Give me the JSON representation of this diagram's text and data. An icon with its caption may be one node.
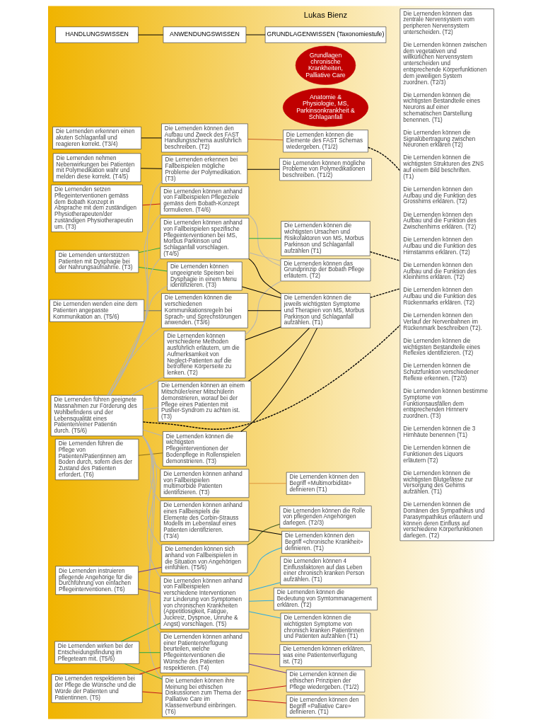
{
  "diagram": {
    "nodes": [
      {
        "text": [
          "HANDLUNGSWISSEN"
        ]
      },
      {
        "text": [
          "ANWENDUNGSWISSEN"
        ]
      },
      {
        "text": [
          "GRUNDLAGENWISSEN (Taxonomiestufe)"
        ]
      },
      {
        "text": [
          "Die Lernenden wirken bei der Entscheidungsfindung im Pflegeteam mit. (T5/6)"
        ]
      },
      {
        "text": [
          "Die Lernenden instruieren pflegende Angehörige für die Durchführung von einfachen Pflegeinterventionen. (T6)"
        ]
      },
      {
        "text": [
          "Die Lernenden respektieren bei der Pflege die Wünsche und die Würde der Patienten und Patientinnen. (T5)"
        ]
      },
      {
        "text": [
          "Die Lernenden nehmen Nebenwirkungen bei Patienten mit Polymedikation wahr und melden diese korrekt. (T4/5)"
        ]
      },
      {
        "text": [
          "Die Lernenden führen geeignete Massnahmen zur Förderung des Wohlbefindens und der Lebensqualität eines Patienten/einer Patientin durch. (T5/6)"
        ]
      },
      {
        "text": [
          "Die Lernenden unterstützen Patienten mit Dysphagie bei der Nahrungsaufnahme. (T3)"
        ]
      },
      {
        "text": [
          "Die Lernenden wenden eine dem Patienten angepasste Kommunikation an. (T5/6)"
        ]
      },
      {
        "text": [
          "Die Lernenden führen die Pflege von Patienten/Patientinnen am Boden durch, sofern dies der Zustand des Patienten erfordert. (T6)"
        ]
      },
      {
        "text": [
          "Die Lernenden setzen Pflegeinterventionen gemäss dem Bobath Konzept in Absprache mit dem zuständigen Physiotherapeuten/der zuständigen Physiotherapeutin um. (T3)"
        ]
      },
      {
        "text": [
          "Die Lernenden erkennen einen akuten Schlaganfall und reagieren korrekt. (T3/4)"
        ]
      },
      {
        "text": [
          "Die Lernenden können anhand eines Fallbeispiels die Elemente des Corbin-Strauss Modells im Lebenslauf eines Patienten identifizieren. (T3/4)"
        ]
      },
      {
        "text": [
          "Die Lernenden können anhand von Fallbeispielen verschiedene Interventionen zur Linderung von Symptomen von chronischen Krankheiten (Appetitlosigkeit, Fatigue, Juckreiz, Dyspnoe, Unruhe & Angst) vorschlagen. (T5)"
        ]
      },
      {
        "text": [
          "Die Lernenden können ihre Meinung bei ethischen Diskussionen zum Thema der Palliative Care im Klassenverbund einbringen. (T6)"
        ]
      },
      {
        "text": [
          "Die Lernenden können anhand einer Patientenverfügung beurteilen, welche Pflegeinterventionen die Wünsche des Patienten respektieren. (T4)"
        ]
      },
      {
        "text": [
          "Die Lernenden können sich anhand von Fallbeispielen in die Situation von Angehörigen einfühlen. (T5/6)"
        ]
      },
      {
        "text": [
          "Die Lernenden können anhand von Fallbeispielen multimorbide Patienten identifizieren. (T3)"
        ]
      },
      {
        "text": [
          "Die Lernenden erkennen bei Fallbeispielen mögliche Probleme der Polymedikation. (T3)"
        ]
      },
      {
        "text": [
          "Die Lernenden können anhand von Fallbeispielen spezifische Pflegeinterventionen bei MS, Morbus Parkinson und Schlaganfall vorschlagen. (T4/5)"
        ]
      },
      {
        "text": [
          "Die Lernenden können ungeeignete Speisen bei Dysphagie in einem Menu identifizieren. (T3)"
        ]
      },
      {
        "text": [
          "Die Lernenden können die verschiedenen Kommunikationsregeln bei Sprach- und Sprechstörungen anwenden. (T3/6)"
        ]
      },
      {
        "text": [
          "Die Lernenden können die wichtigsten Pflegeinterventionen der Bodenpflege in Rollenspielen demonstrieren. (T3)"
        ]
      },
      {
        "text": [
          "Die Lernenden können verschiedene Methoden ausführlich erläutern, um die Aufmerksamkeit von Neglect-Patienten auf die betroffene Körperseite zu lenken. (T2)"
        ]
      },
      {
        "text": [
          "Die Lernenden können an einem Mitschüler/einer Mitschülerin demonstrieren, worauf bei der Pflege eines Patienten mit Pusher-Syndrom zu achten ist. (T3)"
        ]
      },
      {
        "text": [
          "Die Lernenden können anhand von Fallbeispielen Pflegeziele gemäss dem Bobath-Konzept formulieren. (T4/6)"
        ]
      },
      {
        "text": [
          "Die Lernenden können den Aufbau und Zweck des FAST Handlungsschema ausführlich beschreiben. (T2)"
        ]
      },
      {
        "text": [
          "Die Lernenden können den Begriff «chronische Krankheit» definieren. (T1)"
        ]
      },
      {
        "text": [
          "Die Lernenden können die Bedeutung von Symtommanagement erklären. (T2)"
        ]
      },
      {
        "text": [
          "Die Lernenden können 4 Einflussfaktoren auf das Leben einer chronisch kranken Person aufzählen. (T1)"
        ]
      },
      {
        "text": [
          "Die Lernenden können die wichtigsten Symptome von chronisch kranken Patientinnen und Patienten aufzählen (T1)"
        ]
      },
      {
        "text": [
          "Die Lernenden können den Begriff «Palliative Care» definieren. (T1)"
        ]
      },
      {
        "text": [
          "Die Lernenden können die ethischen Prinzipien der Pflege wiedergeben. (T1/2)"
        ]
      },
      {
        "text": [
          "Die Lernenden können erklären, was eine Patientenverfügung ist. (T2)"
        ]
      },
      {
        "text": [
          "Die Lernenden können die Rolle von pflegenden Angehörigen darlegen. (T2/3)"
        ]
      },
      {
        "text": [
          "Die Lernenden können den Begriff «Multimorbidität» definieren (T1)"
        ]
      },
      {
        "text": [
          "Die Lernenden können mögliche Probleme von Polymedikationen beschreiben. (T1/2)"
        ]
      },
      {
        "text": [
          "Die Lernenden können die wichtigsten Ursachen und Risikofaktoren von MS, Morbus Parkinson und Schlaganfall aufzählen (T1)"
        ]
      },
      {
        "text": [
          "Die Lernenden können die jeweils wichtigsten Symptome und Therapien von MS, Morbus Parkinson und Schlaganfall aufzählen. (T1)"
        ]
      },
      {
        "text": [
          "Die Lernenden können das Grundprinzip der Bobath Pflege erläutern. (T2)"
        ]
      },
      {
        "text": [
          "Die Lernenden können die Elemente des FAST Schemas wiedergeben. (T1/2)"
        ]
      },
      {
        "text": [
          "Grundlagen chronische Krankheiten, Palliative Care"
        ]
      },
      {
        "text": [
          "Anatomie & Physiologie, MS, Parkinsonkrankheit & Schlaganfall"
        ]
      },
      {
        "text": [
          "Die Lernenden können das zentrale Nervensystem vom peripheren Nervensystem unterscheiden. (T2)",
          "Die Lernenden können zwischen dem vegetativen und willkürlichen Nervensystem unterscheiden und entsprechende Körperfunktionen dem jeweiligen System zuordnen. (T2/3)",
          "Die Lernenden können die wichtigsten Bestandteile eines Neurons auf einer schematischen Darstellung benennen. (T1)",
          "Die Lernenden können die Signalübertragung zwischen Neuronen erklären (T2)",
          "Die Lernenden können die wichtigsten Strukturen des ZNS auf einem Bild beschriften. (T1)",
          "Die Lernenden können den Aufbau und die Funktion des Grosshirns erklären. (T2)",
          "Die Lernenden können den Aufbau und die Funktion des Zwischenhirns erklären. (T2)",
          "Die Lernenden können den Aufbau und die Funktion des Hirnstamms erklären. (T2)",
          "Die Lernenden können den Aufbau und die Funktion des Kleinhirns erklären. (T2)",
          "Die Lernenden können den Aufbau und die Funktion des Rückenmarks erklären. (T2)",
          "Die Lernenden können den Verlauf der Nervenbahnen im Rückenmark beschreiben (T2).",
          "Die Lernenden können die wichtigsten Bestandteile eines Reflexes identifizieren. (T2)",
          "Die Lernenden können die Schutzfunktion verschiedener Reflexe erkennen. (T2/3)",
          "Die Lernenden können bestimme Symptome von Funktionsausfällen dem entsprechenden Hirnnerv zuordnen. (T3)",
          "Die Lernenden können die 3 Hirnhäute benennen (T1)",
          "Die Lernenden können die Funktionen des Liquors erläutern (T2)",
          "Die Lernenden können die wichtigsten Blutgefässe zur Versorgung des Gehirns aufzählen. (T1)",
          "Die Lernenden können die Domänen des Sympathikus und Parasympathikus erläutern und können deren Einfluss auf verschiedene Körperfunktionen darlegen. (T2)"
        ]
      }
    ],
    "edges": [
      {
        "from": 0,
        "to": 1,
        "arrow": "none",
        "color": "#000000"
      },
      {
        "from": 1,
        "to": 2,
        "arrow": "none",
        "color": "#000000"
      },
      {
        "from": 13,
        "to": 28,
        "arrow": "none",
        "color": "#000000"
      },
      {
        "from": 14,
        "to": 28,
        "arrow": "none",
        "color": "#29abe2"
      },
      {
        "from": 14,
        "to": 29,
        "arrow": "none",
        "color": "#29abe2"
      },
      {
        "from": 14,
        "to": 30,
        "arrow": "none",
        "color": "#29abe2"
      },
      {
        "from": 14,
        "to": 31,
        "arrow": "none",
        "color": "#29abe2"
      },
      {
        "from": 3,
        "to": 14,
        "arrow": "none",
        "color": "#22a84a"
      },
      {
        "from": 3,
        "to": 15,
        "arrow": "none",
        "color": "#22a84a"
      },
      {
        "from": 3,
        "to": 16,
        "arrow": "none",
        "color": "#22a84a"
      },
      {
        "from": 4,
        "to": 14,
        "arrow": "none",
        "color": "#6a3d9a"
      },
      {
        "from": 4,
        "to": 17,
        "arrow": "none",
        "color": "#6a3d9a"
      },
      {
        "from": 5,
        "to": 15,
        "arrow": "none",
        "color": "#c0171c"
      },
      {
        "from": 5,
        "to": 16,
        "arrow": "none",
        "color": "#c0171c"
      },
      {
        "from": 15,
        "to": 32,
        "arrow": "none",
        "color": "#c0171c"
      },
      {
        "from": 15,
        "to": 33,
        "arrow": "none",
        "color": "#c0171c"
      },
      {
        "from": 16,
        "to": 33,
        "arrow": "none",
        "color": "#6a3d9a"
      },
      {
        "from": 16,
        "to": 34,
        "arrow": "none",
        "color": "#6a3d9a"
      },
      {
        "from": 17,
        "to": 35,
        "arrow": "none",
        "color": "#3d5a1e"
      },
      {
        "from": 18,
        "to": 36,
        "arrow": "none",
        "color": "#e0963c"
      },
      {
        "from": 6,
        "to": 19,
        "arrow": "none",
        "color": "#000000"
      },
      {
        "from": 19,
        "to": 37,
        "arrow": "none",
        "color": "#000000"
      },
      {
        "from": 7,
        "to": 13,
        "arrow": "none"
      },
      {
        "from": 7,
        "to": 14,
        "arrow": "none"
      },
      {
        "from": 7,
        "to": 15,
        "arrow": "none"
      },
      {
        "from": 7,
        "to": 16,
        "arrow": "none"
      },
      {
        "from": 7,
        "to": 17,
        "arrow": "none"
      },
      {
        "from": 7,
        "to": 18,
        "arrow": "none"
      },
      {
        "from": 7,
        "to": 19,
        "arrow": "none"
      },
      {
        "from": 7,
        "to": 20,
        "arrow": "none"
      },
      {
        "from": 7,
        "to": 21,
        "arrow": "none"
      },
      {
        "from": 7,
        "to": 22,
        "arrow": "none"
      },
      {
        "from": 7,
        "to": 23,
        "arrow": "none"
      },
      {
        "from": 7,
        "to": 24,
        "arrow": "none"
      },
      {
        "from": 7,
        "to": 25,
        "arrow": "none"
      },
      {
        "from": 7,
        "to": 26,
        "arrow": "none"
      },
      {
        "from": 8,
        "to": 20,
        "arrow": "none",
        "color": "#22a84a"
      },
      {
        "from": 8,
        "to": 21,
        "arrow": "none",
        "color": "#22a84a"
      },
      {
        "from": 20,
        "to": 38,
        "arrow": "none",
        "color": "#22a84a"
      },
      {
        "from": 9,
        "to": 22,
        "arrow": "none",
        "color": "#5f6b7a"
      },
      {
        "from": 10,
        "to": 23,
        "arrow": "none",
        "color": "#8a6d1a"
      },
      {
        "from": 20,
        "to": 39,
        "arrow": "none",
        "color": "#000000"
      },
      {
        "from": 21,
        "to": 39,
        "arrow": "none",
        "color": "#000000"
      },
      {
        "from": 22,
        "to": 39,
        "arrow": "none",
        "color": "#000000"
      },
      {
        "from": 23,
        "to": 39,
        "arrow": "none",
        "color": "#000000"
      },
      {
        "from": 24,
        "to": 39,
        "arrow": "none",
        "color": "#000000"
      },
      {
        "from": 25,
        "to": 39,
        "arrow": "none",
        "color": "#000000"
      },
      {
        "from": 20,
        "to": 40,
        "arrow": "none"
      },
      {
        "from": 24,
        "to": 40,
        "arrow": "none"
      },
      {
        "from": 26,
        "to": 40,
        "arrow": "none"
      },
      {
        "from": 11,
        "to": 26,
        "arrow": "none",
        "color": "#c0171c"
      },
      {
        "from": 12,
        "to": 27,
        "arrow": "none",
        "color": "#000000"
      },
      {
        "from": 27,
        "to": 41,
        "arrow": "none",
        "color": "#c8602a"
      },
      {
        "from": 7,
        "to": 44,
        "arrow": "none",
        "style": "dashed",
        "color": "#000000"
      },
      {
        "from": 38,
        "to": 44,
        "arrow": "none",
        "style": "dashed",
        "color": "#000000"
      },
      {
        "from": 39,
        "to": 44,
        "arrow": "none",
        "style": "dashed",
        "color": "#000000"
      },
      {
        "from": 41,
        "to": 44,
        "arrow": "none",
        "style": "dashed",
        "color": "#000000"
      }
    ],
    "labels": [
      "Lukas Bienz"
    ]
  }
}
